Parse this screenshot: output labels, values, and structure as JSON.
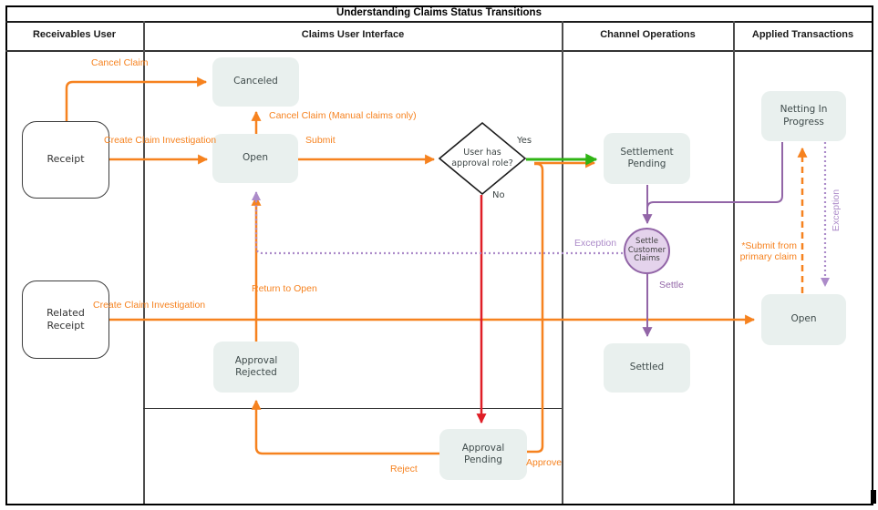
{
  "title": "Understanding Claims Status Transitions",
  "lanes": [
    {
      "label": "Receivables User"
    },
    {
      "label": "Claims User Interface"
    },
    {
      "label": "Channel Operations"
    },
    {
      "label": "Applied Transactions"
    }
  ],
  "nodes": {
    "receipt": "Receipt",
    "related_receipt": "Related Receipt",
    "canceled": "Canceled",
    "open_claims": "Open",
    "approval_rejected": "Approval Rejected",
    "approval_pending": "Approval Pending",
    "decision": "User has approval role?",
    "settlement_pending": "Settlement Pending",
    "settle_customer_claims": "Settle Customer Claims",
    "settled": "Settled",
    "netting_in_progress": "Netting In Progress",
    "open_applied": "Open"
  },
  "edge_labels": {
    "cancel_claim": "Cancel Claim",
    "create_claim_investigation_1": "Create Claim Investigation",
    "cancel_claim_manual": "Cancel Claim (Manual claims only)",
    "submit": "Submit",
    "yes": "Yes",
    "no": "No",
    "approve": "Approve",
    "reject": "Reject",
    "return_to_open": "Return to Open",
    "exception_claims": "Exception",
    "settle": "Settle",
    "create_claim_investigation_2": "Create Claim Investigation",
    "submit_from_primary": "*Submit from primary claim",
    "exception_applied": "Exception"
  },
  "colors": {
    "orange": "#F6821F",
    "green": "#2FB414",
    "red": "#DF1E26",
    "purple": "#9265A7",
    "purple_light": "#AC8BC9",
    "node_fill": "#E9F0EE",
    "node_text": "#3F4B4B",
    "circle_fill": "#E4D3EC"
  }
}
